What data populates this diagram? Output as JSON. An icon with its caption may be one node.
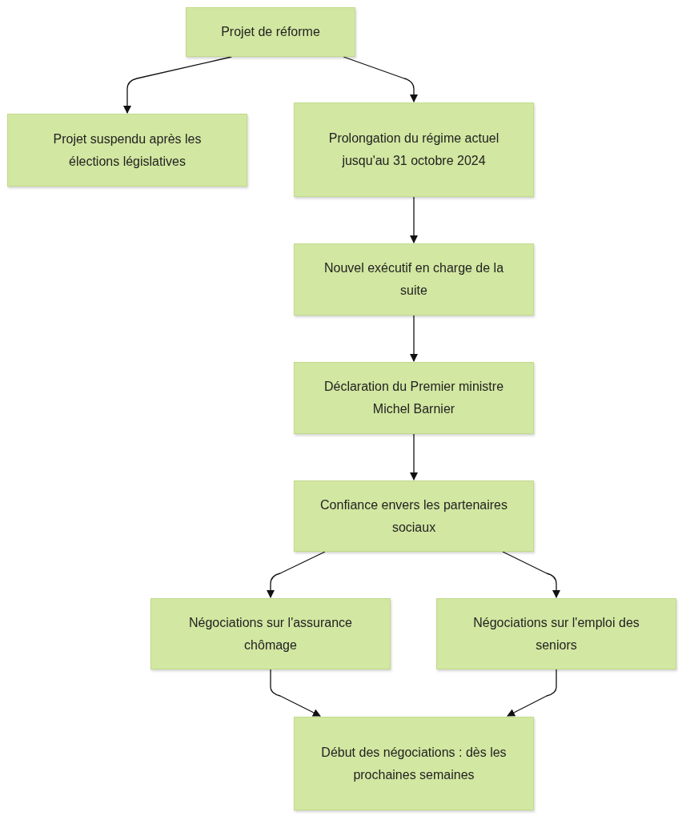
{
  "diagram": {
    "nodes": [
      {
        "text": [
          "Projet de réforme"
        ]
      },
      {
        "text": [
          "Projet suspendu après les élections législatives"
        ]
      },
      {
        "text": [
          "Prolongation du régime actuel jusqu'au 31 octobre 2024"
        ]
      },
      {
        "text": [
          "Nouvel exécutif en charge de la suite"
        ]
      },
      {
        "text": [
          "Déclaration du Premier ministre Michel Barnier"
        ]
      },
      {
        "text": [
          "Confiance envers les partenaires sociaux"
        ]
      },
      {
        "text": [
          "Négociations sur l'assurance chômage"
        ]
      },
      {
        "text": [
          "Négociations sur l'emploi des seniors"
        ]
      },
      {
        "text": [
          "Début des négociations : dès les prochaines semaines"
        ]
      }
    ],
    "edges": [
      {
        "from": 0,
        "to": 1,
        "arrow": "to"
      },
      {
        "from": 0,
        "to": 2,
        "arrow": "to"
      },
      {
        "from": 2,
        "to": 3,
        "arrow": "to"
      },
      {
        "from": 3,
        "to": 4,
        "arrow": "to"
      },
      {
        "from": 4,
        "to": 5,
        "arrow": "to"
      },
      {
        "from": 5,
        "to": 6,
        "arrow": "to"
      },
      {
        "from": 5,
        "to": 7,
        "arrow": "to"
      },
      {
        "from": 6,
        "to": 8,
        "arrow": "to"
      },
      {
        "from": 7,
        "to": 8,
        "arrow": "to"
      }
    ]
  }
}
